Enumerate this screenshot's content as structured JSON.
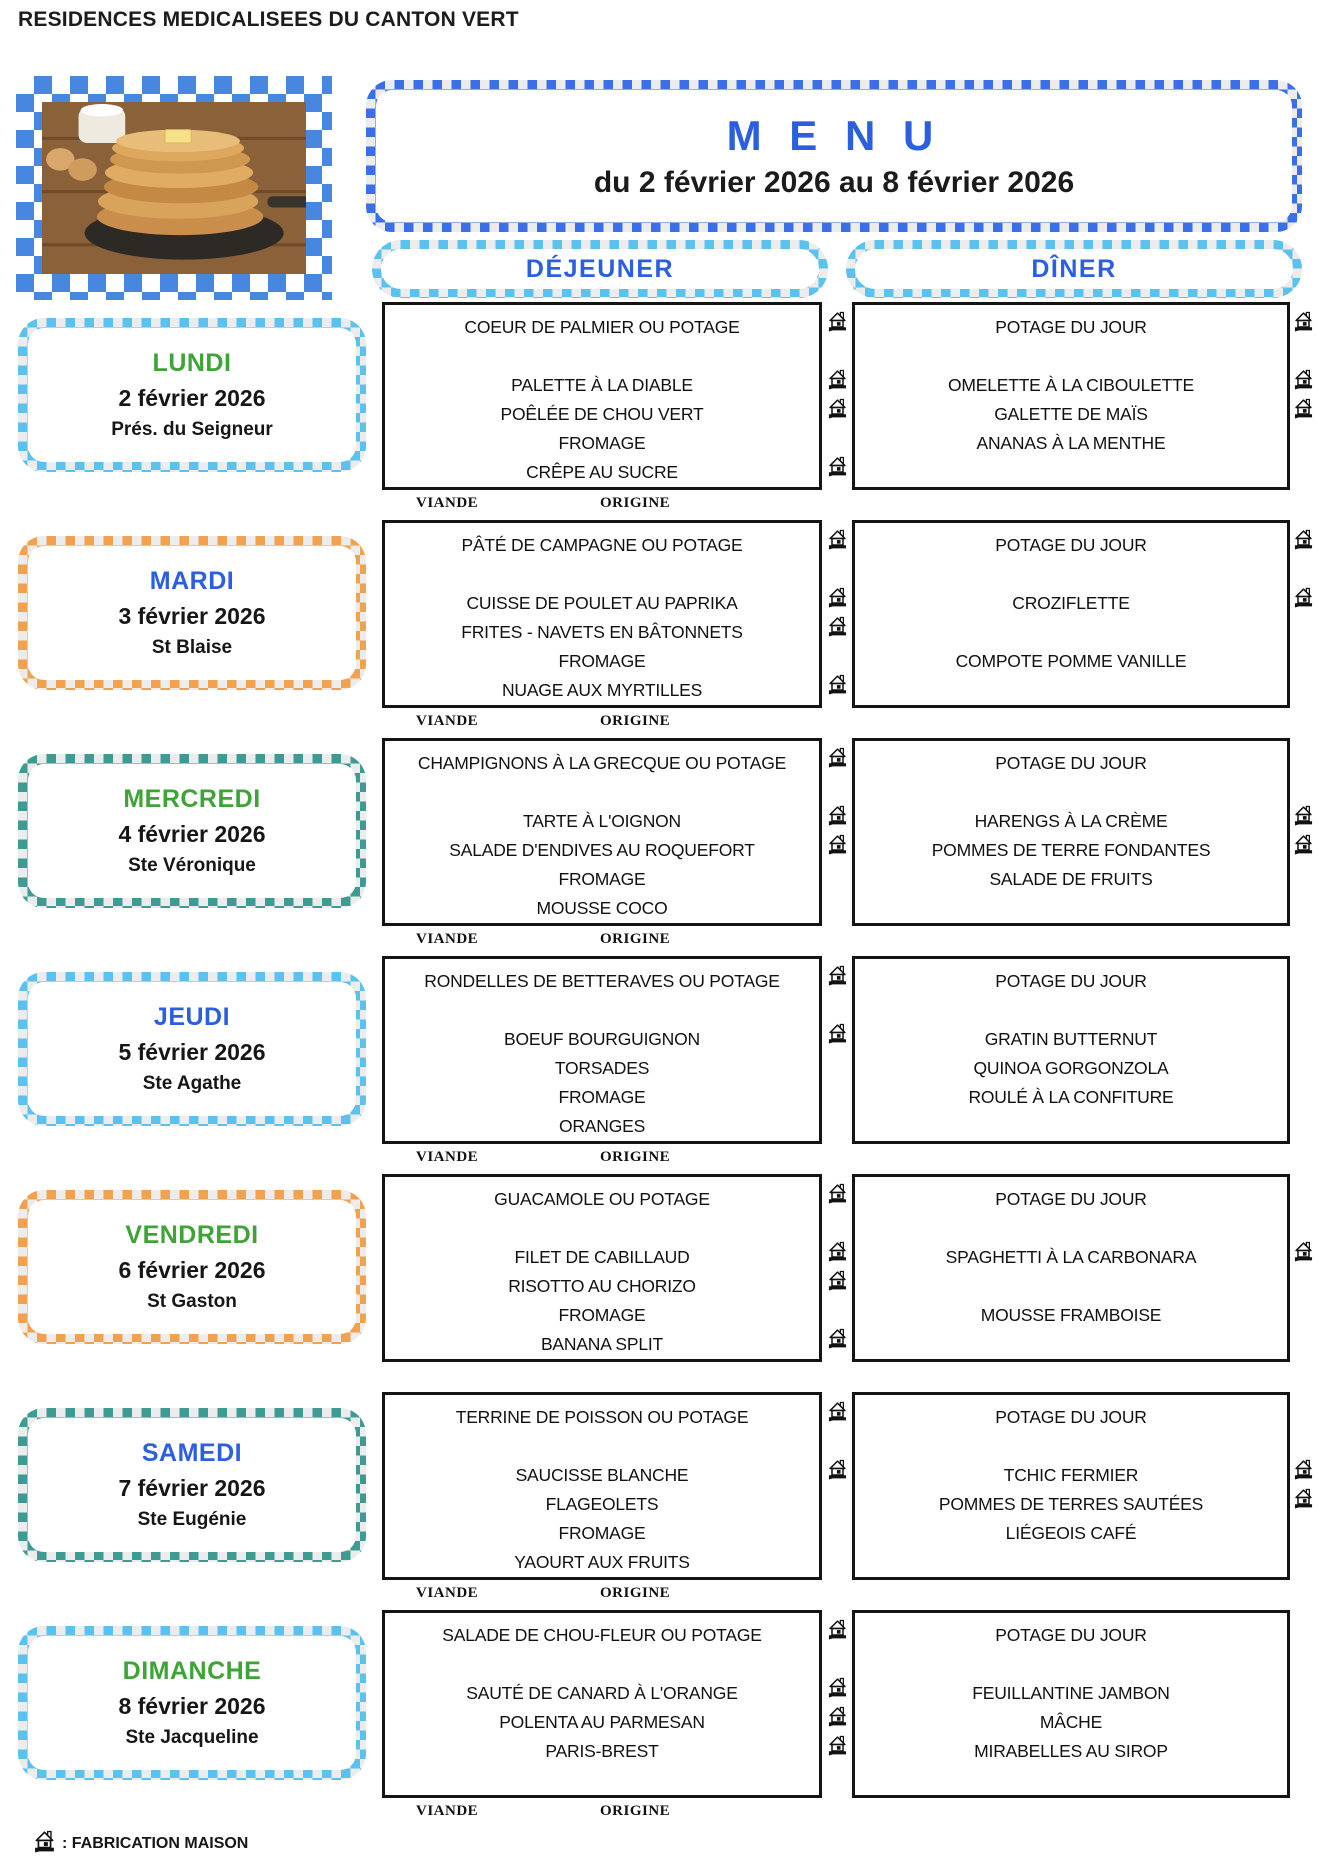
{
  "page": {
    "header_title": "RESIDENCES MEDICALISEES DU CANTON VERT",
    "footer_label": ": FABRICATION MAISON"
  },
  "photo": {
    "alt": "pancakes-photo"
  },
  "menu_header": {
    "title": "M E N U",
    "date_range": "du 2 février 2026 au 8 février 2026"
  },
  "columns": {
    "lunch_label": "DÉJEUNER",
    "dinner_label": "DÎNER"
  },
  "origin_labels": {
    "viande": "VIANDE",
    "origine": "ORIGINE"
  },
  "colors": {
    "menu_blue": "#2B5FE0",
    "checker_royal": "#3B6FE8",
    "checker_sky": "#5BC2EF",
    "checker_orange": "#F2A24E",
    "checker_teal": "#3E9B94",
    "day_green": "#3EA437",
    "day_blue": "#2B5FE0"
  },
  "days": [
    {
      "name": "LUNDI",
      "date": "2 février 2026",
      "saint": "Prés. du Seigneur",
      "border_color": "#5BC2EF",
      "name_color": "#3EA437",
      "show_origin": true,
      "lunch": [
        {
          "text": "COEUR DE PALMIER OU POTAGE",
          "homemade": true
        },
        {
          "text": "",
          "homemade": false
        },
        {
          "text": "PALETTE À LA DIABLE",
          "homemade": true
        },
        {
          "text": "POÊLÉE DE CHOU VERT",
          "homemade": true
        },
        {
          "text": "FROMAGE",
          "homemade": false
        },
        {
          "text": "CRÊPE AU SUCRE",
          "homemade": true
        }
      ],
      "dinner": [
        {
          "text": "POTAGE DU JOUR",
          "homemade": true
        },
        {
          "text": "",
          "homemade": false
        },
        {
          "text": "OMELETTE À LA CIBOULETTE",
          "homemade": true
        },
        {
          "text": "GALETTE DE MAÏS",
          "homemade": true
        },
        {
          "text": "ANANAS À LA MENTHE",
          "homemade": false
        },
        {
          "text": "",
          "homemade": false
        }
      ]
    },
    {
      "name": "MARDI",
      "date": "3 février 2026",
      "saint": "St Blaise",
      "border_color": "#F2A24E",
      "name_color": "#2B5FE0",
      "show_origin": true,
      "lunch": [
        {
          "text": "PÂTÉ DE CAMPAGNE OU POTAGE",
          "homemade": true
        },
        {
          "text": "",
          "homemade": false
        },
        {
          "text": "CUISSE DE POULET AU PAPRIKA",
          "homemade": true
        },
        {
          "text": "FRITES - NAVETS EN BÂTONNETS",
          "homemade": true
        },
        {
          "text": "FROMAGE",
          "homemade": false
        },
        {
          "text": "NUAGE AUX MYRTILLES",
          "homemade": true
        }
      ],
      "dinner": [
        {
          "text": "POTAGE DU JOUR",
          "homemade": true
        },
        {
          "text": "",
          "homemade": false
        },
        {
          "text": "CROZIFLETTE",
          "homemade": true
        },
        {
          "text": "",
          "homemade": false
        },
        {
          "text": "COMPOTE POMME VANILLE",
          "homemade": false
        },
        {
          "text": "",
          "homemade": false
        }
      ]
    },
    {
      "name": "MERCREDI",
      "date": "4 février 2026",
      "saint": "Ste Véronique",
      "border_color": "#3E9B94",
      "name_color": "#3EA437",
      "show_origin": true,
      "lunch": [
        {
          "text": "CHAMPIGNONS À LA GRECQUE OU POTAGE",
          "homemade": true
        },
        {
          "text": "",
          "homemade": false
        },
        {
          "text": "TARTE À L'OIGNON",
          "homemade": true
        },
        {
          "text": "SALADE D'ENDIVES AU ROQUEFORT",
          "homemade": true
        },
        {
          "text": "FROMAGE",
          "homemade": false
        },
        {
          "text": "MOUSSE COCO",
          "homemade": false
        }
      ],
      "dinner": [
        {
          "text": "POTAGE DU JOUR",
          "homemade": false
        },
        {
          "text": "",
          "homemade": false
        },
        {
          "text": "HARENGS À LA CRÈME",
          "homemade": true
        },
        {
          "text": "POMMES DE TERRE FONDANTES",
          "homemade": true
        },
        {
          "text": "SALADE DE FRUITS",
          "homemade": false
        },
        {
          "text": "",
          "homemade": false
        }
      ]
    },
    {
      "name": "JEUDI",
      "date": "5 février 2026",
      "saint": "Ste Agathe",
      "border_color": "#5BC2EF",
      "name_color": "#2B5FE0",
      "show_origin": true,
      "lunch": [
        {
          "text": "RONDELLES DE BETTERAVES OU POTAGE",
          "homemade": true
        },
        {
          "text": "",
          "homemade": false
        },
        {
          "text": "BOEUF BOURGUIGNON",
          "homemade": true
        },
        {
          "text": "TORSADES",
          "homemade": false
        },
        {
          "text": "FROMAGE",
          "homemade": false
        },
        {
          "text": "ORANGES",
          "homemade": false
        }
      ],
      "dinner": [
        {
          "text": "POTAGE DU JOUR",
          "homemade": false
        },
        {
          "text": "",
          "homemade": false
        },
        {
          "text": "GRATIN BUTTERNUT",
          "homemade": false
        },
        {
          "text": "QUINOA GORGONZOLA",
          "homemade": false
        },
        {
          "text": "ROULÉ À LA CONFITURE",
          "homemade": false
        },
        {
          "text": "",
          "homemade": false
        }
      ]
    },
    {
      "name": "VENDREDI",
      "date": "6 février 2026",
      "saint": "St Gaston",
      "border_color": "#F2A24E",
      "name_color": "#3EA437",
      "show_origin": false,
      "lunch": [
        {
          "text": "GUACAMOLE OU POTAGE",
          "homemade": true
        },
        {
          "text": "",
          "homemade": false
        },
        {
          "text": "FILET DE CABILLAUD",
          "homemade": true
        },
        {
          "text": "RISOTTO AU CHORIZO",
          "homemade": true
        },
        {
          "text": "FROMAGE",
          "homemade": false
        },
        {
          "text": "BANANA SPLIT",
          "homemade": true
        }
      ],
      "dinner": [
        {
          "text": "POTAGE DU JOUR",
          "homemade": false
        },
        {
          "text": "",
          "homemade": false
        },
        {
          "text": "SPAGHETTI À LA CARBONARA",
          "homemade": true
        },
        {
          "text": "",
          "homemade": false
        },
        {
          "text": "MOUSSE FRAMBOISE",
          "homemade": false
        },
        {
          "text": "",
          "homemade": false
        }
      ]
    },
    {
      "name": "SAMEDI",
      "date": "7 février 2026",
      "saint": "Ste Eugénie",
      "border_color": "#3E9B94",
      "name_color": "#2B5FE0",
      "show_origin": true,
      "lunch": [
        {
          "text": "TERRINE DE POISSON OU POTAGE",
          "homemade": true
        },
        {
          "text": "",
          "homemade": false
        },
        {
          "text": "SAUCISSE BLANCHE",
          "homemade": true
        },
        {
          "text": "FLAGEOLETS",
          "homemade": false
        },
        {
          "text": "FROMAGE",
          "homemade": false
        },
        {
          "text": "YAOURT AUX FRUITS",
          "homemade": false
        }
      ],
      "dinner": [
        {
          "text": "POTAGE DU JOUR",
          "homemade": false
        },
        {
          "text": "",
          "homemade": false
        },
        {
          "text": "TCHIC FERMIER",
          "homemade": true
        },
        {
          "text": "POMMES DE TERRES SAUTÉES",
          "homemade": true
        },
        {
          "text": "LIÉGEOIS CAFÉ",
          "homemade": false
        },
        {
          "text": "",
          "homemade": false
        }
      ]
    },
    {
      "name": "DIMANCHE",
      "date": "8 février 2026",
      "saint": "Ste Jacqueline",
      "border_color": "#5BC2EF",
      "name_color": "#3EA437",
      "show_origin": true,
      "lunch": [
        {
          "text": "SALADE DE CHOU-FLEUR OU POTAGE",
          "homemade": true
        },
        {
          "text": "",
          "homemade": false
        },
        {
          "text": "SAUTÉ DE CANARD À L'ORANGE",
          "homemade": true
        },
        {
          "text": "POLENTA AU PARMESAN",
          "homemade": true
        },
        {
          "text": "PARIS-BREST",
          "homemade": true
        },
        {
          "text": "",
          "homemade": false
        }
      ],
      "dinner": [
        {
          "text": "POTAGE DU JOUR",
          "homemade": false
        },
        {
          "text": "",
          "homemade": false
        },
        {
          "text": "FEUILLANTINE JAMBON",
          "homemade": false
        },
        {
          "text": "MÂCHE",
          "homemade": false
        },
        {
          "text": "MIRABELLES AU SIROP",
          "homemade": false
        },
        {
          "text": "",
          "homemade": false
        }
      ]
    }
  ]
}
